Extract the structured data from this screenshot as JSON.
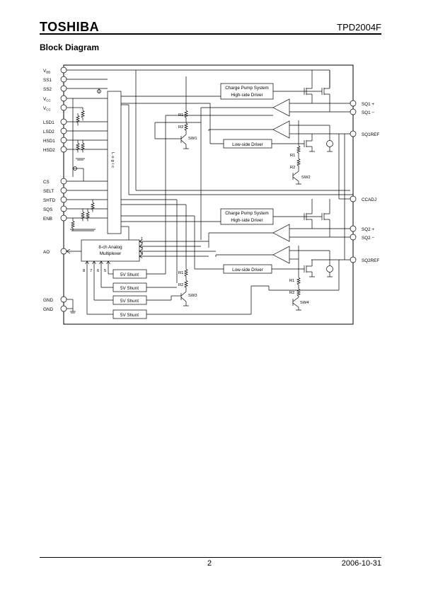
{
  "header": {
    "brand": "TOSHIBA",
    "part_number": "TPD2004F"
  },
  "section": {
    "title": "Block Diagram"
  },
  "pins_left": [
    "VBB",
    "SS1",
    "SS2",
    "VCC",
    "VCC",
    "LSD1",
    "LSD2",
    "HSD1",
    "HSD2",
    "CS",
    "SELT",
    "SHTD",
    "SQS",
    "ENB",
    "AO",
    "GND",
    "GND"
  ],
  "pins_right": [
    "SQ1 +",
    "SQ1 −",
    "SQ1REF",
    "CCADJ",
    "SQ2 +",
    "SQ2 −",
    "SQ2REF"
  ],
  "blocks": {
    "charge_pump_1": [
      "Charge Pump System",
      "High-side Driver"
    ],
    "charge_pump_2": [
      "Charge Pump System",
      "High-side Driver"
    ],
    "low_side_1": "Low-side Driver",
    "low_side_2": "Low-side Driver",
    "logic": "Logic",
    "mux": [
      "8-ch Analog",
      "Multiplexer"
    ],
    "shunts": [
      "5V Shunt",
      "5V Shunt",
      "5V Shunt",
      "5V Shunt"
    ]
  },
  "mux_inputs": [
    "1",
    "2",
    "3",
    "4"
  ],
  "mux_lower_inputs": [
    "8",
    "7",
    "6",
    "5"
  ],
  "components": {
    "r1": "R1",
    "r2": "R2",
    "sw1": "SW1",
    "sw2": "SW2",
    "sw3": "SW3",
    "sw4": "SW4"
  },
  "footer": {
    "page": "2",
    "date": "2006-10-31"
  }
}
